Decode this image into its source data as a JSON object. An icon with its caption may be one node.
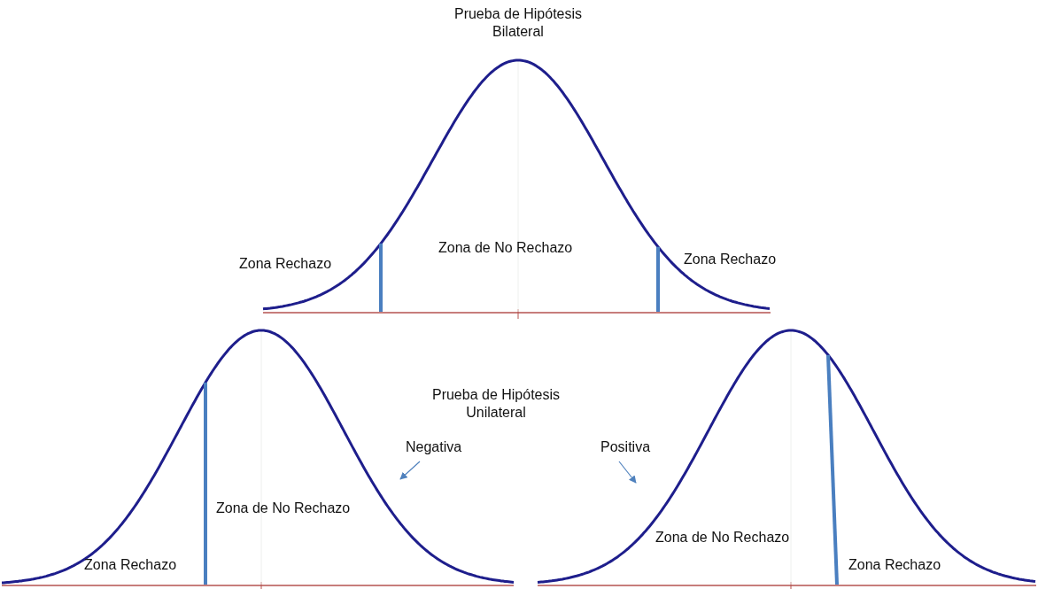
{
  "diagram": {
    "title": "Prueba de Hipótesis Bilateral",
    "nodes": [
      {
        "text": [
          "Negativa"
        ]
      },
      {
        "text": [
          "Positiva"
        ]
      }
    ],
    "edges": [
      {
        "from": 0,
        "to": null,
        "arrow": "to"
      },
      {
        "from": 1,
        "to": null,
        "arrow": "to"
      }
    ],
    "labels": [
      "Zona Rechazo",
      "Zona de No Rechazo",
      "Zona Rechazo",
      "Prueba de Hipótesis Unilateral",
      "Zona de No Rechazo",
      "Zona de No Rechazo",
      "Zona Rechazo",
      "Zona Rechazo"
    ]
  }
}
